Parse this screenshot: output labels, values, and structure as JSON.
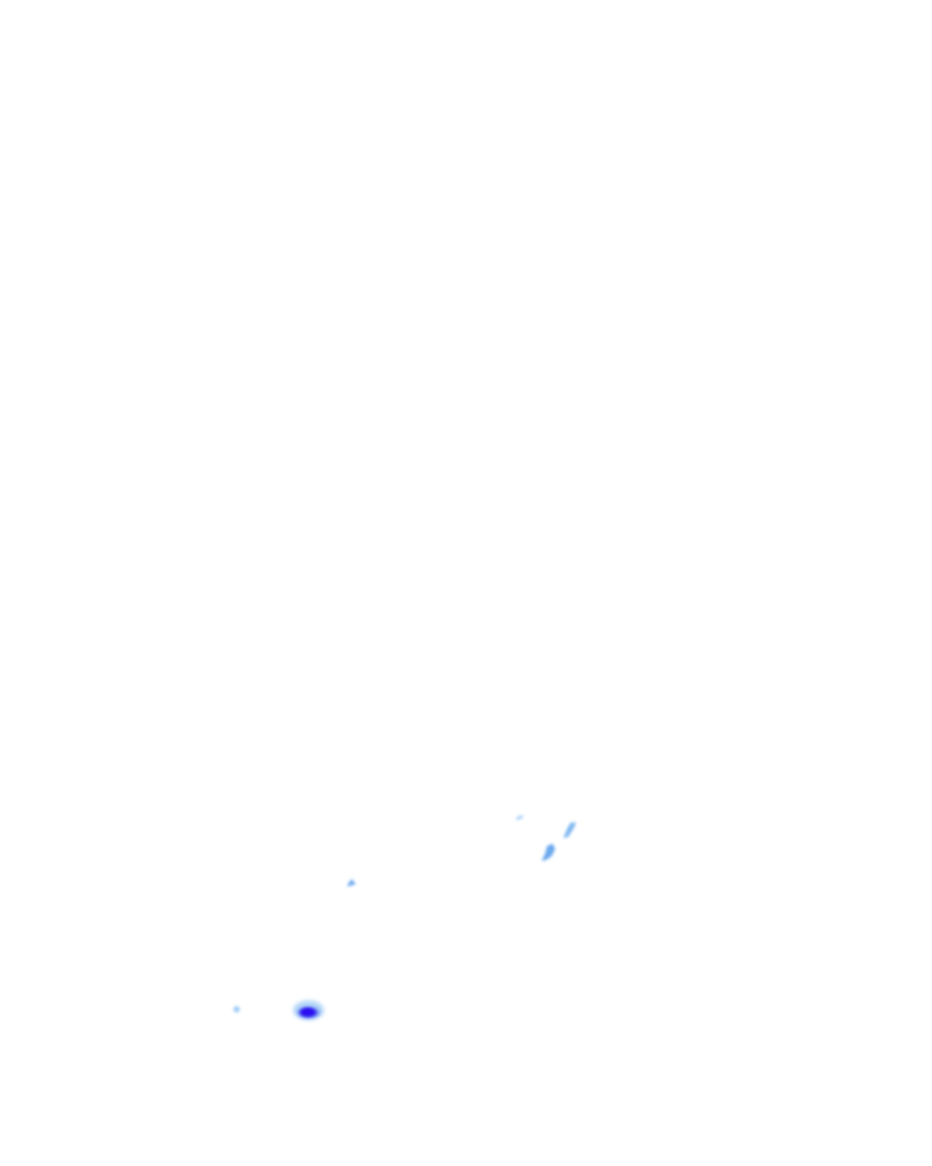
{
  "map": {
    "background_color": "#ffffff",
    "palette": {
      "light": "#9ecbf5",
      "medium": "#6aa8ee",
      "strong": "#2f3df0"
    },
    "echoes": [
      {
        "name": "echo-cell-north-streak",
        "intensity": "light"
      },
      {
        "name": "echo-cell-northeast-streak",
        "intensity": "medium"
      },
      {
        "name": "echo-cell-east-streak",
        "intensity": "medium"
      },
      {
        "name": "echo-cell-central-speck",
        "intensity": "light"
      },
      {
        "name": "echo-cell-southwest-dot",
        "intensity": "light"
      },
      {
        "name": "echo-cell-southwest-core",
        "intensity": "strong"
      }
    ]
  }
}
